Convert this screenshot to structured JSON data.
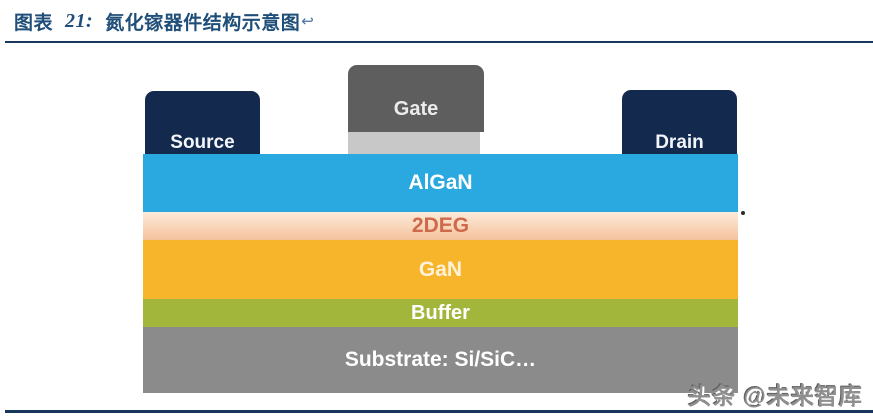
{
  "header": {
    "figure_label": "图表",
    "figure_number": "21:",
    "figure_title": "氮化镓器件结构示意图",
    "return_mark": "↩"
  },
  "diagram": {
    "electrodes": {
      "source": "Source",
      "gate": "Gate",
      "drain": "Drain"
    },
    "layers": [
      {
        "id": "algan",
        "label": "AlGaN",
        "color": "#2AA9E0",
        "text_color": "#FFFFFF"
      },
      {
        "id": "2deg",
        "label": "2DEG",
        "color": "#F9D5B4",
        "text_color": "#CE6A4B"
      },
      {
        "id": "gan",
        "label": "GaN",
        "color": "#F7B52C",
        "text_color": "#FFF3D0"
      },
      {
        "id": "buffer",
        "label": "Buffer",
        "color": "#A3B63C",
        "text_color": "#FFFFFF"
      },
      {
        "id": "substrate",
        "label": "Substrate: Si/SiC…",
        "color": "#8B8B8B",
        "text_color": "#FFFFFF"
      }
    ],
    "gate_cap_color": "#5E5E5E",
    "gate_stem_color": "#C8C8C8",
    "electrode_color": "#13294E"
  },
  "watermark": {
    "text": "头条 @未来智库"
  },
  "colors": {
    "caption_blue": "#1F4E79",
    "rule_navy": "#17375E"
  }
}
